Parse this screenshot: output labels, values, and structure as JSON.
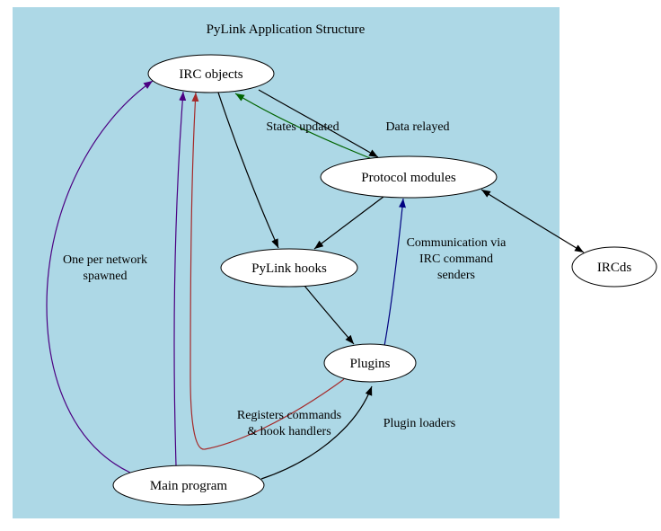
{
  "diagram": {
    "title": "PyLink Application Structure",
    "cluster": {
      "fill": "#ADD8E6"
    },
    "nodes": {
      "irc_objects": {
        "label": "IRC objects"
      },
      "protocol_modules": {
        "label": "Protocol modules"
      },
      "ircds": {
        "label": "IRCds"
      },
      "pylink_hooks": {
        "label": "PyLink hooks"
      },
      "plugins": {
        "label": "Plugins"
      },
      "main_program": {
        "label": "Main program"
      }
    },
    "edges": {
      "data_relayed": {
        "from": "IRC objects",
        "to": "Protocol modules",
        "color": "#000000",
        "label": "Data relayed"
      },
      "states_updated": {
        "from": "Protocol modules",
        "to": "IRC objects",
        "color": "#006400",
        "label": "States updated"
      },
      "irc_objects_to_pylink_hooks": {
        "from": "IRC objects",
        "to": "PyLink hooks",
        "color": "#000000"
      },
      "protocol_modules_to_pylink_hooks": {
        "from": "Protocol modules",
        "to": "PyLink hooks",
        "color": "#000000"
      },
      "pylink_hooks_to_plugins": {
        "from": "PyLink hooks",
        "to": "Plugins",
        "color": "#000000"
      },
      "communication_via_irc_command_senders": {
        "from": "Plugins",
        "to": "Protocol modules",
        "color": "#000080",
        "label_lines": [
          "Communication via",
          "IRC command",
          "senders"
        ]
      },
      "plugin_loaders": {
        "from": "Main program",
        "to": "Plugins",
        "color": "#000000",
        "label": "Plugin loaders"
      },
      "one_per_network_spawned": {
        "from": "Main program",
        "to": "IRC objects",
        "color": "#4B0082",
        "label_lines": [
          "One per network",
          "spawned"
        ]
      },
      "registers_commands_hook_handlers": {
        "from": "Plugins",
        "to": "IRC objects",
        "color": "#A52A2A",
        "label_lines": [
          "Registers commands",
          "& hook handlers"
        ]
      },
      "protocol_modules_ircds": {
        "from": "Protocol modules",
        "to": "IRCds",
        "color": "#000000",
        "bidirectional": true
      }
    }
  }
}
